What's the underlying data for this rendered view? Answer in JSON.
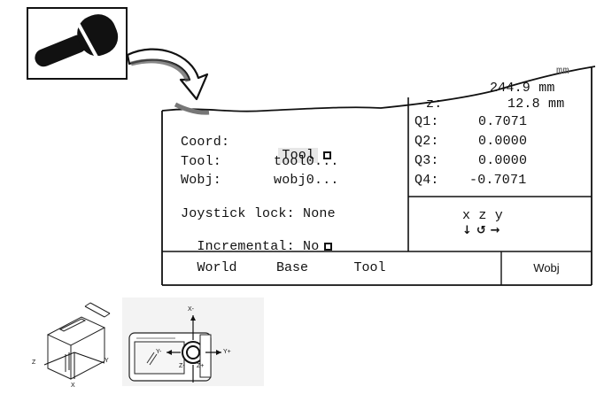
{
  "icons": {
    "joystick": "joystick-icon",
    "arrow": "curved-arrow-icon"
  },
  "coords_panel": {
    "partial_unit": "mm",
    "y_value": "244.9 mm",
    "z_label": "z:",
    "z_value": "12.8 mm",
    "q1_label": "Q1:",
    "q1_value": "0.7071",
    "q2_label": "Q2:",
    "q2_value": "0.0000",
    "q3_label": "Q3:",
    "q3_value": "0.0000",
    "q4_label": "Q4:",
    "q4_value": "-0.7071"
  },
  "settings": {
    "coord_label": "Coord:",
    "coord_value": "Tool",
    "tool_label": "Tool:",
    "tool_value": "tool0...",
    "wobj_label": "Wobj:",
    "wobj_value": "wobj0...",
    "joystick_lock": "Joystick lock: None",
    "incremental": "Incremental: No"
  },
  "axes_panel": {
    "axes_text": "x z y",
    "arrows_text": "↓ ↺ →"
  },
  "buttons": {
    "world": "World",
    "base": "Base",
    "tool": "Tool",
    "wobj": "Wobj"
  },
  "diagram_labels": {
    "img1_z": "Z",
    "img1_y": "Y",
    "img1_x": "X",
    "img2_xminus": "X-",
    "img2_yminus": "Y-",
    "img2_yplus": "Y+",
    "img2_z": "Z-",
    "img2_zplus": "Z+"
  }
}
